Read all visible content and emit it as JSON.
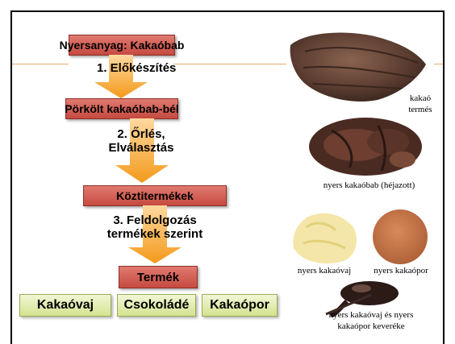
{
  "flow": {
    "raw_material": "Nyersanyag: Kakaóbab",
    "step1": "1. Előkészítés",
    "roasted": "Pörkölt kakaóbab-bél",
    "step2_line1": "2. Őrlés,",
    "step2_line2": "Elválasztás",
    "intermediate": "Köztitermékek",
    "step3_line1": "3. Feldolgozás",
    "step3_line2": "termékek szerint",
    "product": "Termék",
    "products": [
      "Kakaóvaj",
      "Csokoládé",
      "Kakaópor"
    ]
  },
  "captions": {
    "pod_line1": "kakaó",
    "pod_line2": "termés",
    "beans": "nyers kakaóbab (héjazott)",
    "butter": "nyers kakaóvaj",
    "powder": "nyers kakaópor",
    "mix_line1": "nyers kakaóvaj és nyers",
    "mix_line2": "kakaópor keveréke"
  },
  "colors": {
    "red_box": "#d05a50",
    "arrow_orange": "#f6a623",
    "green_box": "#dfe9a8",
    "divider": "#e8a96a"
  }
}
